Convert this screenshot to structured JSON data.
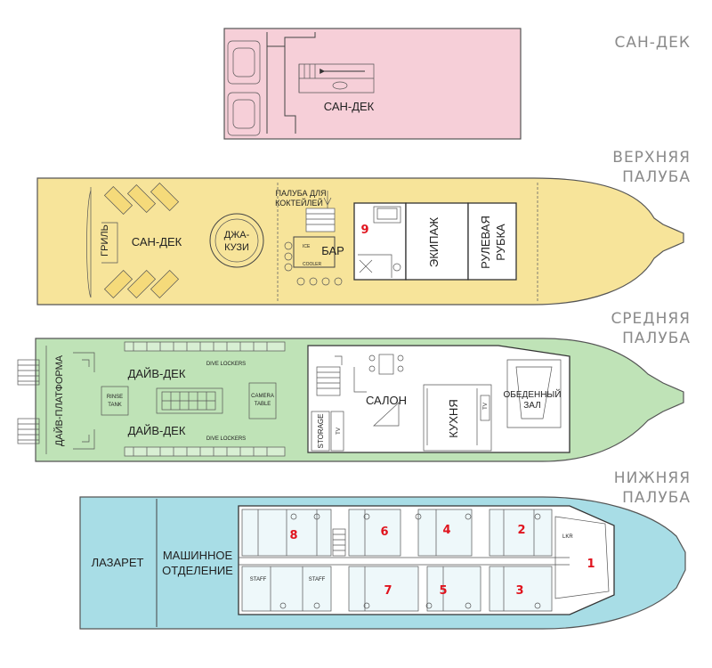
{
  "deck_titles": {
    "sun": "САН-ДЕК",
    "upper": "ВЕРХНЯЯ\nПАЛУБА",
    "middle": "СРЕДНЯЯ\nПАЛУБА",
    "lower": "НИЖНЯЯ\nПАЛУБА"
  },
  "colors": {
    "sun": "#f6cfd8",
    "upper": "#f7e49a",
    "middle": "#bfe3b7",
    "lower": "#a8dde6",
    "cabin_numbers": "#e0141e"
  },
  "sun_deck": {
    "label": "САН-ДЕК"
  },
  "upper_deck": {
    "grill": "ГРИЛЬ",
    "sundeck": "САН-ДЕК",
    "jacuzzi_line1": "ДЖА-",
    "jacuzzi_line2": "КУЗИ",
    "cocktail_line1": "ПАЛУБА ДЛЯ",
    "cocktail_line2": "КОКТЕЙЛЕЙ",
    "bar": "БАР",
    "ice": "ICE",
    "cooler": "COOLER",
    "cabin": "9",
    "crew": "ЭКИПАЖ",
    "wheelhouse_line1": "РУЛЕВАЯ",
    "wheelhouse_line2": "РУБКА"
  },
  "middle_deck": {
    "dive_platform": "ДАЙВ-ПЛАТФОРМА",
    "dive_deck_top": "ДАЙВ-ДЕК",
    "dive_deck_bottom": "ДАЙВ-ДЕК",
    "dive_lockers_top": "DIVE LOCKERS",
    "dive_lockers_bottom": "DIVE LOCKERS",
    "rinse_line1": "RINSE",
    "rinse_line2": "TANK",
    "camera_line1": "CAMERA",
    "camera_line2": "TABLE",
    "storage": "STORAGE",
    "tv1": "TV",
    "tv2": "TV",
    "salon": "САЛОН",
    "kitchen": "КУХНЯ",
    "dining_line1": "ОБЕДЕННЫЙ",
    "dining_line2": "ЗАЛ"
  },
  "lower_deck": {
    "infirmary": "ЛАЗАРЕТ",
    "engine_line1": "МАШИННОЕ",
    "engine_line2": "ОТДЕЛЕНИЕ",
    "staff1": "STAFF",
    "staff2": "STAFF",
    "lkr": "LKR",
    "cabins": [
      "8",
      "6",
      "4",
      "2",
      "1",
      "7",
      "5",
      "3"
    ]
  }
}
